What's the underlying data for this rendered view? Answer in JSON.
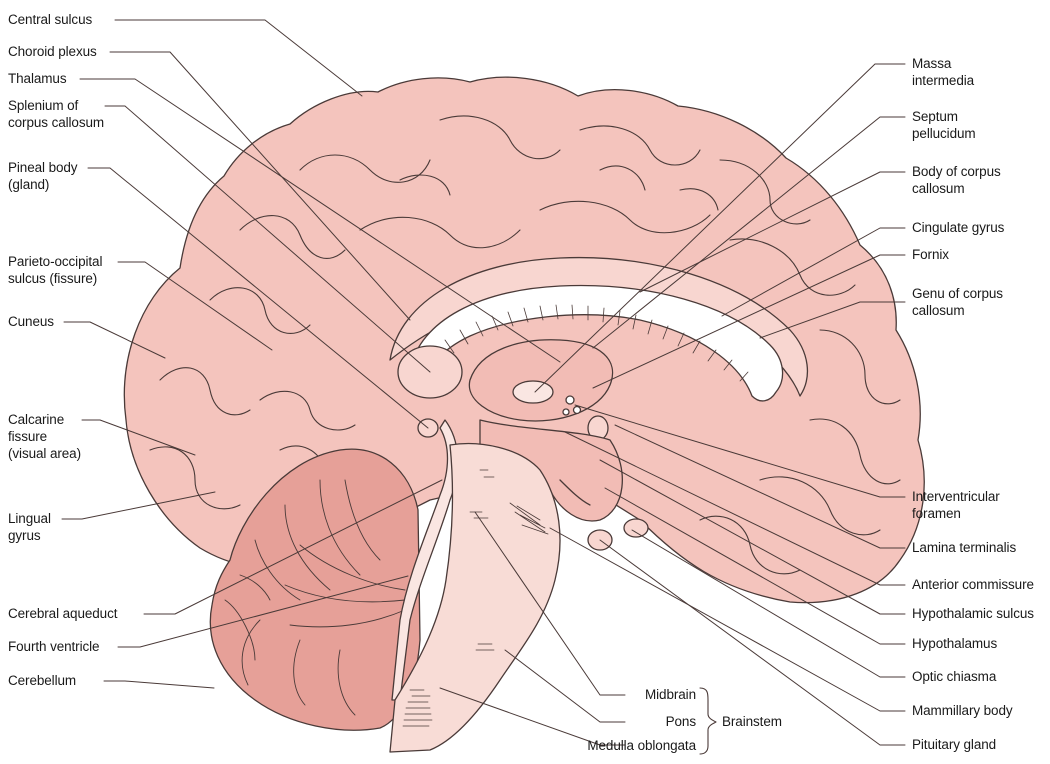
{
  "labels_left": [
    {
      "id": "central-sulcus",
      "text": "Central sulcus"
    },
    {
      "id": "choroid-plexus",
      "text": "Choroid plexus"
    },
    {
      "id": "thalamus",
      "text": "Thalamus"
    },
    {
      "id": "splenium",
      "text": "Splenium of\ncorpus callosum"
    },
    {
      "id": "pineal-body",
      "text": "Pineal body\n(gland)"
    },
    {
      "id": "parieto-occipital",
      "text": "Parieto-occipital\nsulcus (fissure)"
    },
    {
      "id": "cuneus",
      "text": "Cuneus"
    },
    {
      "id": "calcarine",
      "text": "Calcarine\nfissure\n(visual area)"
    },
    {
      "id": "lingual",
      "text": "Lingual\ngyrus"
    },
    {
      "id": "cerebral-aqueduct",
      "text": "Cerebral aqueduct"
    },
    {
      "id": "fourth-ventricle",
      "text": "Fourth ventricle"
    },
    {
      "id": "cerebellum",
      "text": "Cerebellum"
    }
  ],
  "labels_right": [
    {
      "id": "massa-intermedia",
      "text": "Massa\nintermedia"
    },
    {
      "id": "septum-pellucidum",
      "text": "Septum\npellucidum"
    },
    {
      "id": "body-corpus-callosum",
      "text": "Body of corpus\ncallosum"
    },
    {
      "id": "cingulate-gyrus",
      "text": "Cingulate gyrus"
    },
    {
      "id": "fornix",
      "text": "Fornix"
    },
    {
      "id": "genu",
      "text": "Genu of corpus\ncallosum"
    },
    {
      "id": "interventricular-foramen",
      "text": "Interventricular\nforamen"
    },
    {
      "id": "lamina-terminalis",
      "text": "Lamina terminalis"
    },
    {
      "id": "anterior-commissure",
      "text": "Anterior commissure"
    },
    {
      "id": "hypothalamic-sulcus",
      "text": "Hypothalamic sulcus"
    },
    {
      "id": "hypothalamus",
      "text": "Hypothalamus"
    },
    {
      "id": "optic-chiasma",
      "text": "Optic chiasma"
    },
    {
      "id": "mammillary-body",
      "text": "Mammillary body"
    },
    {
      "id": "pituitary-gland",
      "text": "Pituitary gland"
    }
  ],
  "labels_bottom": [
    {
      "id": "midbrain",
      "text": "Midbrain"
    },
    {
      "id": "pons",
      "text": "Pons"
    },
    {
      "id": "medulla",
      "text": "Medulla oblongata"
    },
    {
      "id": "brainstem",
      "text": "Brainstem"
    }
  ],
  "colors": {
    "cortex": "#f4c4bd",
    "cortex_light": "#f8d6d0",
    "outline": "#4a3a38",
    "deep": "#f2bcb5",
    "cerebellum": "#e6a098",
    "brainstem": "#f8dcd6",
    "ventricle": "#fae6e2"
  }
}
